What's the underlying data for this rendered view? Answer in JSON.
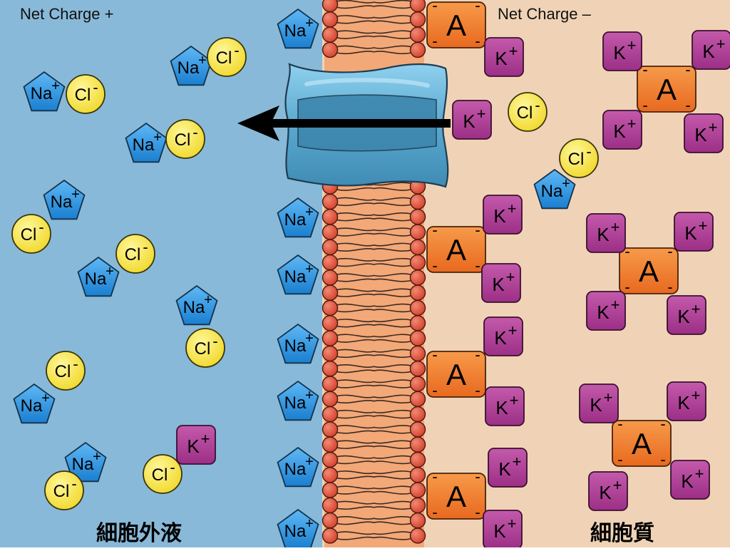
{
  "labels": {
    "outside_charge": "Net Charge +",
    "inside_charge": "Net Charge –",
    "outside_title": "細胞外液",
    "inside_title": "細胞質"
  },
  "ions": {
    "na": "Na",
    "cl": "Cl",
    "k": "K",
    "a": "A",
    "plus": "+",
    "minus": "-"
  },
  "colors": {
    "extracellular": "#89b9d8",
    "cytoplasm": "#f0d3b6",
    "sodium": "#1f8fe0",
    "chloride": "#f6e23a",
    "potassium": "#ad3f95",
    "anion": "#ee7d2a",
    "lipid_head": "#e2543e",
    "lipid_tail": "#f3a878",
    "channel": "#5aa8cf",
    "arrow": "#000000"
  },
  "icons": [
    "left-arrow-icon",
    "ion-channel-icon"
  ]
}
